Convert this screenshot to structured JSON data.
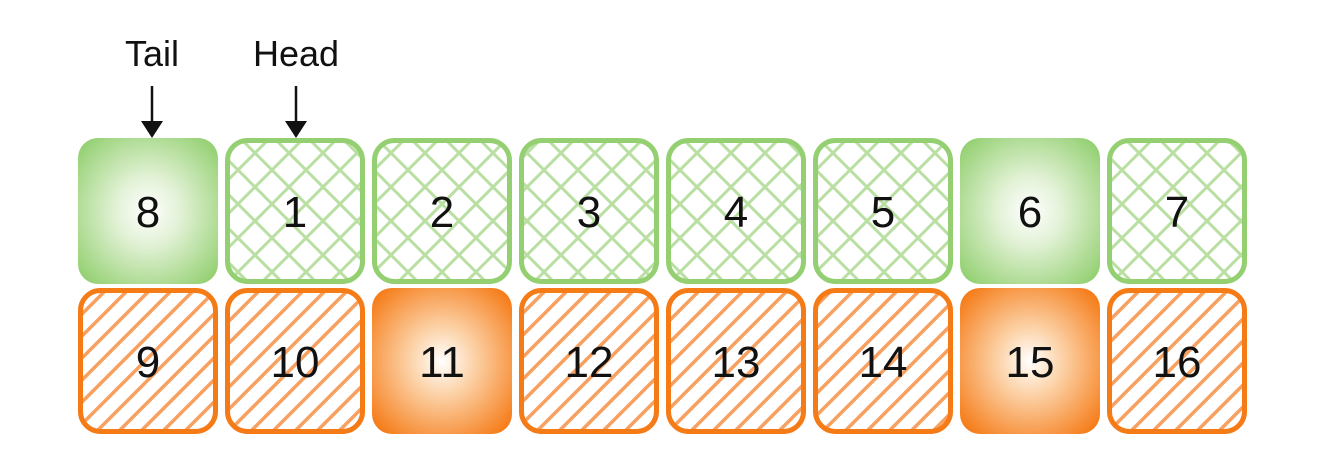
{
  "pointers": {
    "tail": "Tail",
    "head": "Head"
  },
  "colors": {
    "green": "#94d072",
    "orange": "#f57b17",
    "text": "#111111"
  },
  "rows": [
    {
      "name": "green-row",
      "color": "green",
      "cells": [
        {
          "label": "8",
          "style": "solid"
        },
        {
          "label": "1",
          "style": "crosshatch"
        },
        {
          "label": "2",
          "style": "crosshatch"
        },
        {
          "label": "3",
          "style": "crosshatch"
        },
        {
          "label": "4",
          "style": "crosshatch"
        },
        {
          "label": "5",
          "style": "crosshatch"
        },
        {
          "label": "6",
          "style": "solid"
        },
        {
          "label": "7",
          "style": "crosshatch"
        }
      ]
    },
    {
      "name": "orange-row",
      "color": "orange",
      "cells": [
        {
          "label": "9",
          "style": "hatch"
        },
        {
          "label": "10",
          "style": "hatch"
        },
        {
          "label": "11",
          "style": "solid"
        },
        {
          "label": "12",
          "style": "hatch"
        },
        {
          "label": "13",
          "style": "hatch"
        },
        {
          "label": "14",
          "style": "hatch"
        },
        {
          "label": "15",
          "style": "solid"
        },
        {
          "label": "16",
          "style": "hatch"
        }
      ]
    }
  ]
}
